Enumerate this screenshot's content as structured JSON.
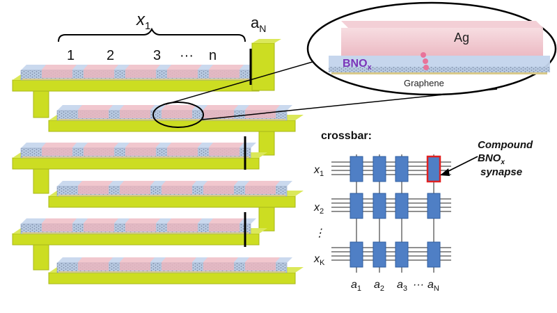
{
  "stack": {
    "x_label": "x",
    "x_sub": "1",
    "a_label": "a",
    "a_sub": "N",
    "columns": [
      "1",
      "2",
      "3",
      "···",
      "n"
    ],
    "layer_count": 6
  },
  "inset": {
    "top_electrode": "Ag",
    "layer": "BNO",
    "layer_sub": "x",
    "bottom_electrode": "Graphene"
  },
  "crossbar": {
    "title": "crossbar:",
    "rows": [
      {
        "label": "x",
        "sub": "1"
      },
      {
        "label": "x",
        "sub": "2"
      },
      {
        "label": "⋮",
        "sub": ""
      },
      {
        "label": "x",
        "sub": "K"
      }
    ],
    "columns": [
      {
        "label": "a",
        "sub": "1"
      },
      {
        "label": "a",
        "sub": "2"
      },
      {
        "label": "a",
        "sub": "3"
      },
      {
        "label": "···",
        "sub": ""
      },
      {
        "label": "a",
        "sub": "N"
      }
    ],
    "annotation": {
      "line1": "Compound",
      "line2": "BNO",
      "line2_sub": "x",
      "line3": "synapse"
    }
  },
  "colors": {
    "pillar": "#ccdd22",
    "pillar_edge": "#a8b81a",
    "sheet": "#b7c9e2",
    "sheet_edge": "#8fa2be",
    "pad": "#eab6be",
    "cell": "#4f7fc5",
    "cell_edge": "#2f5c9f",
    "highlight": "#e02020",
    "bno": "#7a34b8",
    "ion": "#e8739a"
  }
}
